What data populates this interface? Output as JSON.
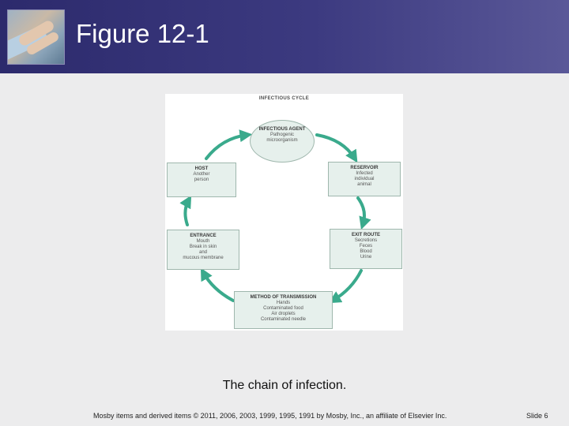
{
  "slide": {
    "title": "Figure 12-1",
    "caption": "The chain of infection.",
    "footer": "Mosby items and derived items © 2011, 2006, 2003, 1999, 1995, 1991 by Mosby, Inc., an affiliate of Elsevier Inc.",
    "slide_number": "Slide 6"
  },
  "diagram": {
    "title": "INFECTIOUS CYCLE",
    "nodes": {
      "agent": {
        "heading": "INFECTIOUS AGENT",
        "lines": [
          "Pathogenic",
          "microorganism"
        ]
      },
      "reservoir": {
        "heading": "RESERVOIR",
        "lines": [
          "Infected",
          "individual",
          "animal"
        ]
      },
      "exit": {
        "heading": "EXIT ROUTE",
        "lines": [
          "Secretions",
          "Feces",
          "Blood",
          "Urine"
        ]
      },
      "transmission": {
        "heading": "METHOD OF TRANSMISSION",
        "lines": [
          "Hands",
          "Contaminated food",
          "Air droplets",
          "Contaminated needle"
        ]
      },
      "entrance": {
        "heading": "ENTRANCE",
        "lines": [
          "Mouth",
          "Break in skin",
          "and",
          "mucous membrane"
        ]
      },
      "host": {
        "heading": "HOST",
        "lines": [
          "Another",
          "person"
        ]
      }
    }
  },
  "colors": {
    "header": "#2c2a6c",
    "arrow": "#3aaa8c",
    "node_fill": "#e6f0ec",
    "background": "#ececed"
  }
}
